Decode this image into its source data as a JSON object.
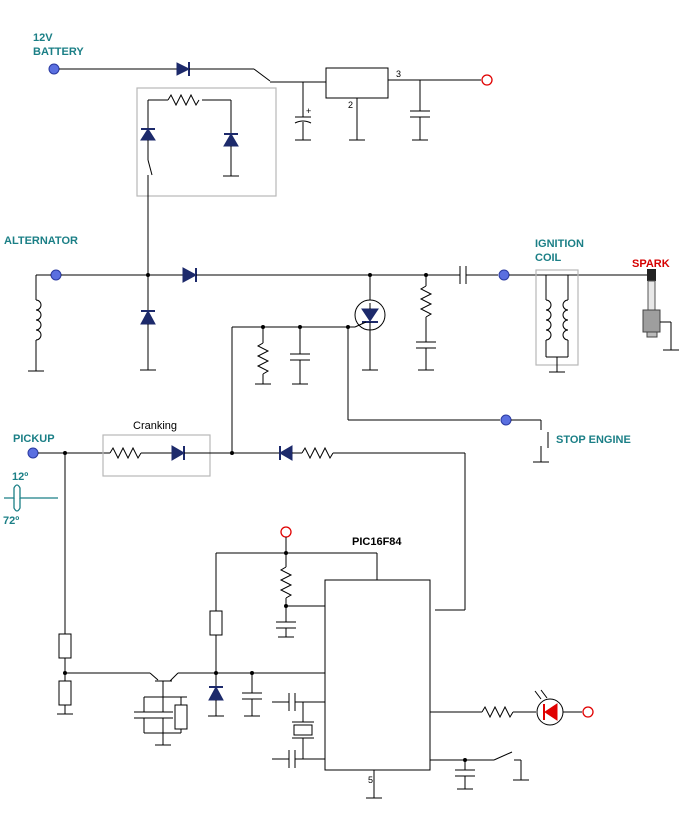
{
  "labels": {
    "battery_line1": "12V",
    "battery_line2": "BATTERY",
    "alternator": "ALTERNATOR",
    "ignition_line1": "IGNITION",
    "ignition_line2": "COIL",
    "spark": "SPARK",
    "pickup": "PICKUP",
    "cranking": "Cranking",
    "stop_engine": "STOP ENGINE",
    "angle_top": "12º",
    "angle_bottom": "72º",
    "mcu": "PIC16F84"
  },
  "pins": {
    "reg_out": "3",
    "reg_gnd": "2",
    "mcu_gnd": "5"
  },
  "colors": {
    "label_teal": "#1b7f86",
    "label_red": "#d60000",
    "terminal_blue": "#5a6fe0",
    "diode_navy": "#1d2a6b",
    "led_red": "#e00000"
  }
}
